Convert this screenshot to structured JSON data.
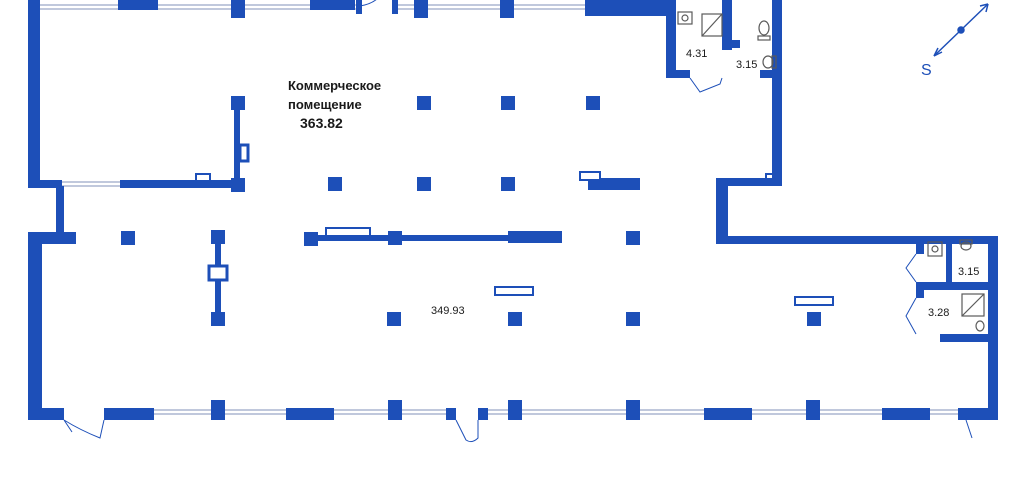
{
  "rooms": {
    "commercial_title_line1": "Коммерческое",
    "commercial_title_line2": "помещение",
    "commercial_area": "363.82",
    "lower_area": "349.93",
    "bath1_area": "4.31",
    "bath2_area": "3.15",
    "bath3_area": "3.15",
    "bath4_area": "3.28"
  },
  "compass": {
    "letter": "S"
  },
  "colors": {
    "wall": "#1d4fb8",
    "fixture": "#5a5a5a",
    "text": "#1a1a1a"
  },
  "icons": [
    "compass-icon",
    "shower-icon",
    "toilet-icon",
    "sink-icon",
    "door-swing-icon"
  ]
}
